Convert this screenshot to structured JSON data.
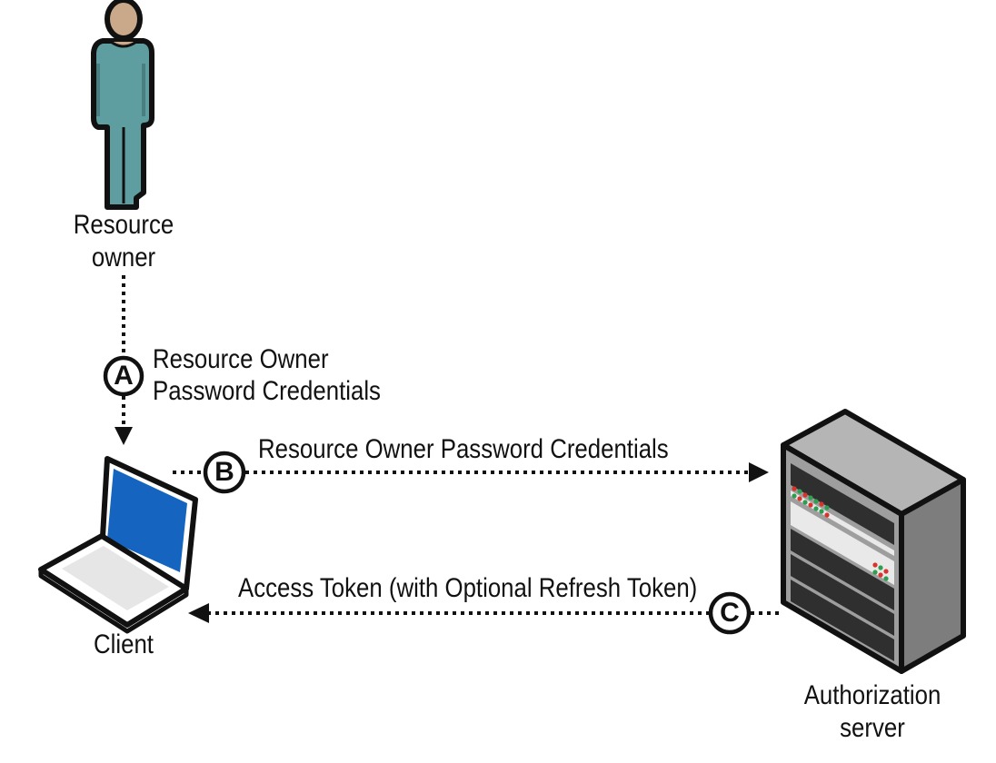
{
  "nodes": {
    "resource_owner": "Resource\nowner",
    "client": "Client",
    "authorization_server": "Authorization\nserver"
  },
  "steps": {
    "a": {
      "marker": "A",
      "label_line1": "Resource Owner",
      "label_line2": "Password Credentials"
    },
    "b": {
      "marker": "B",
      "label": "Resource Owner Password Credentials"
    },
    "c": {
      "marker": "C",
      "label": "Access Token (with Optional Refresh Token)"
    }
  },
  "colors": {
    "person": "#5f9ea0",
    "skin": "#c9a98a",
    "laptop_screen": "#1565c0",
    "server_body": "#8a8a8a",
    "led_green": "#2e9e4f",
    "led_red": "#d9342b"
  }
}
